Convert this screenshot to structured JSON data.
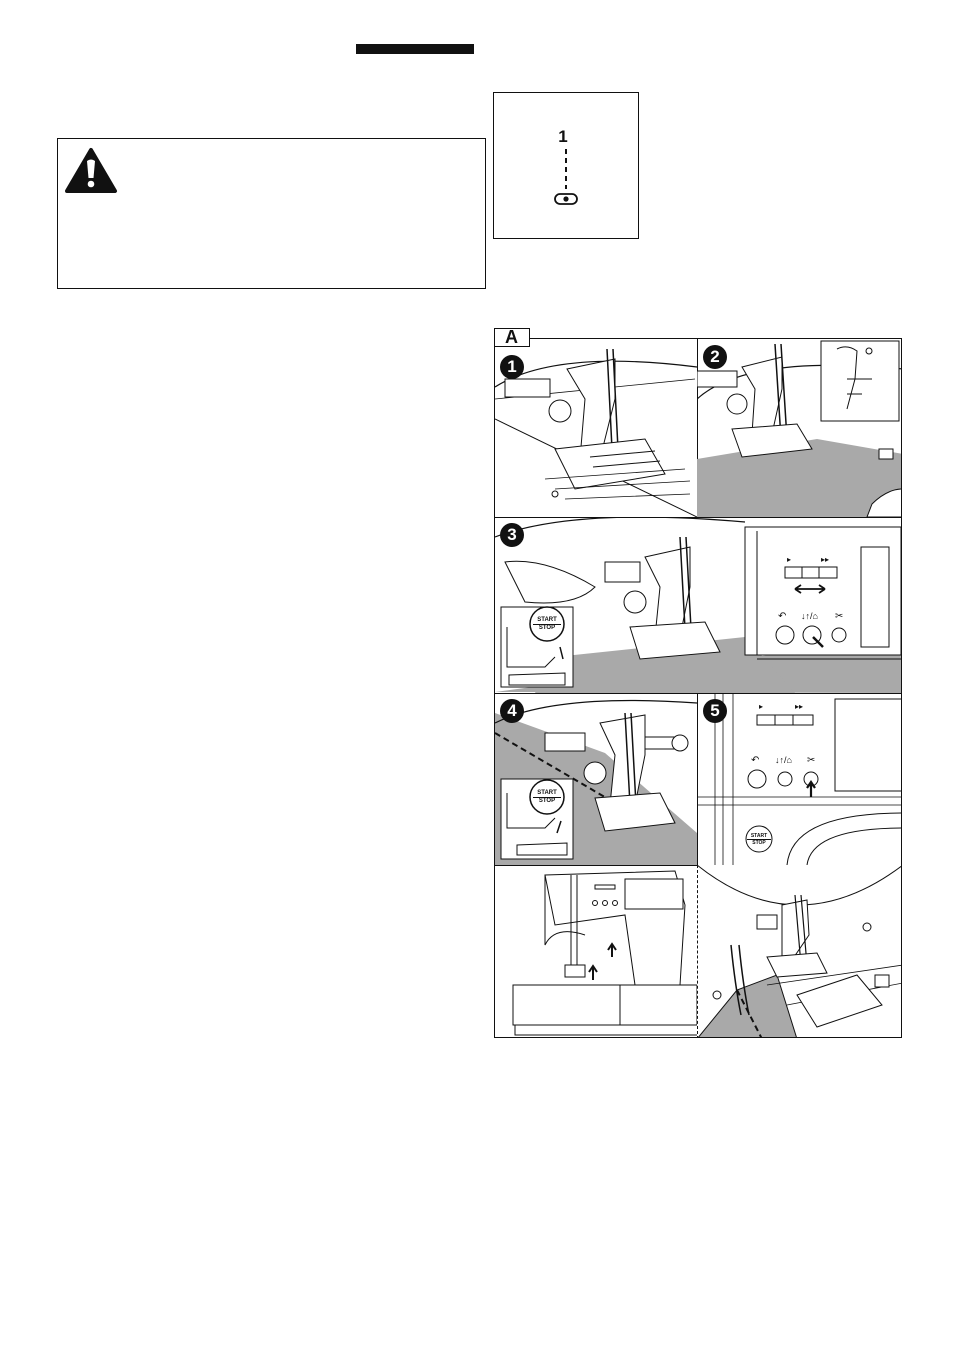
{
  "page": {
    "figure_label": "A",
    "stitch_diagram": {
      "number": "1"
    }
  },
  "warning": {
    "icon": "warning-triangle-icon"
  },
  "steps": [
    {
      "badge": "1"
    },
    {
      "badge": "2"
    },
    {
      "badge": "3",
      "start_stop_top": "START",
      "start_stop_bottom": "STOP",
      "speed_slow": "▸",
      "speed_fast": "▸▸",
      "btn_reverse": "↶",
      "btn_needle": "↓↑/⌂",
      "btn_cut": "✂"
    },
    {
      "badge": "4",
      "start_stop_top": "START",
      "start_stop_bottom": "STOP"
    },
    {
      "badge": "5",
      "start_stop_top": "START",
      "start_stop_bottom": "STOP",
      "speed_slow": "▸",
      "speed_fast": "▸▸",
      "btn_reverse": "↶",
      "btn_needle": "↓↑/⌂",
      "btn_cut": "✂"
    },
    {
      "badge": ""
    },
    {
      "badge": ""
    }
  ]
}
